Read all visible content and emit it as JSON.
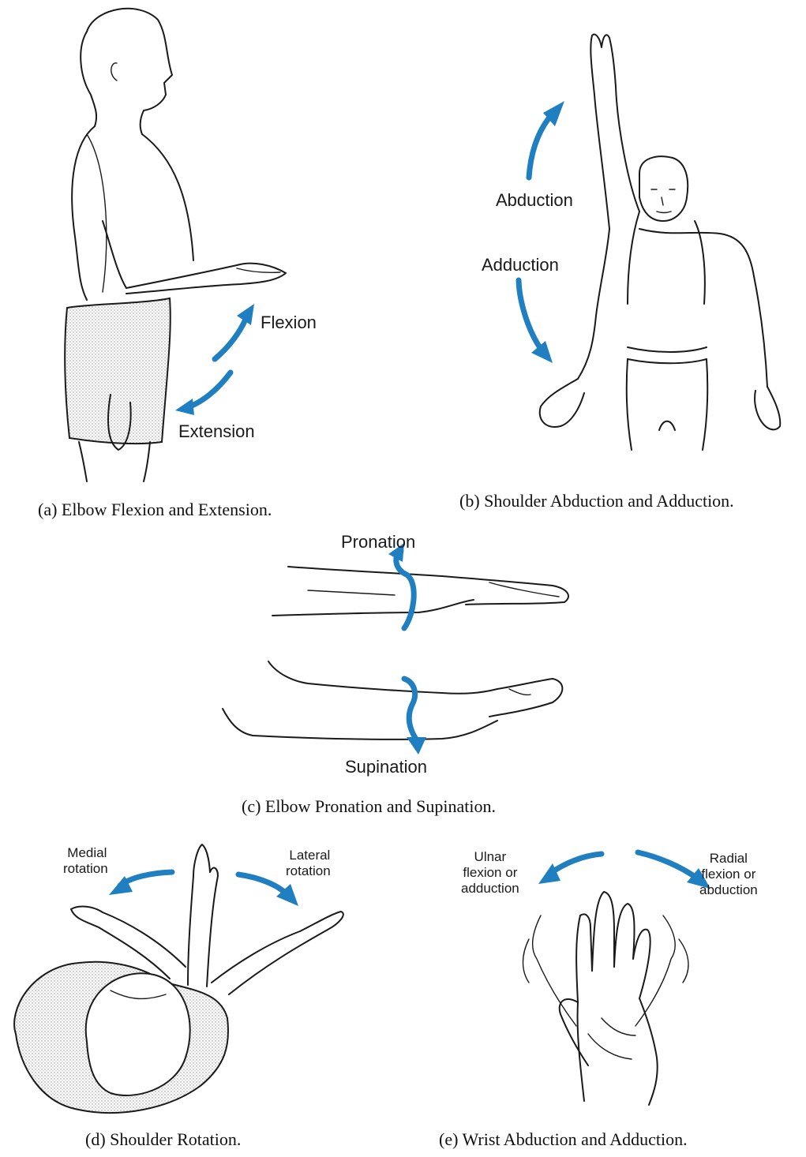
{
  "figure": {
    "panel_a": {
      "caption": "(a) Elbow Flexion and Extension.",
      "label_flexion": "Flexion",
      "label_extension": "Extension"
    },
    "panel_b": {
      "caption": "(b) Shoulder Abduction and Adduction.",
      "label_abduction": "Abduction",
      "label_adduction": "Adduction"
    },
    "panel_c": {
      "caption": "(c) Elbow Pronation and Supination.",
      "label_pronation": "Pronation",
      "label_supination": "Supination"
    },
    "panel_d": {
      "caption": "(d) Shoulder Rotation.",
      "label_medial_1": "Medial",
      "label_medial_2": "rotation",
      "label_lateral_1": "Lateral",
      "label_lateral_2": "rotation"
    },
    "panel_e": {
      "caption": "(e) Wrist Abduction and Adduction.",
      "label_ulnar_1": "Ulnar",
      "label_ulnar_2": "flexion or",
      "label_ulnar_3": "adduction",
      "label_radial_1": "Radial",
      "label_radial_2": "flexion or",
      "label_radial_3": "abduction"
    },
    "arrow_color": "#1f7fc1"
  }
}
